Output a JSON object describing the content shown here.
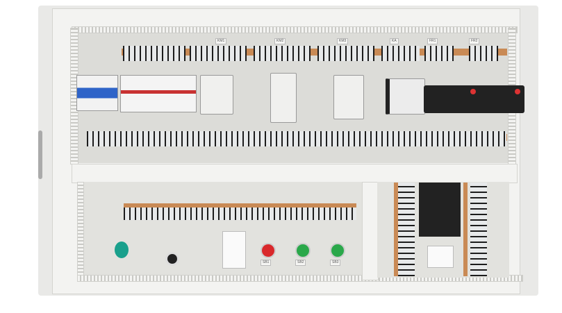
{
  "labels": {
    "top": [
      "KM1",
      "KM2",
      "KM3",
      "KA",
      "FR1",
      "FR2"
    ],
    "buttons": [
      "SB1",
      "SB2",
      "SB3"
    ]
  },
  "colors": {
    "rail": "#c98a55",
    "button_stop": "#d9282b",
    "button_start": "#2aa84a",
    "breaker": "#2f64c8",
    "indicator": "#1aa08c"
  }
}
